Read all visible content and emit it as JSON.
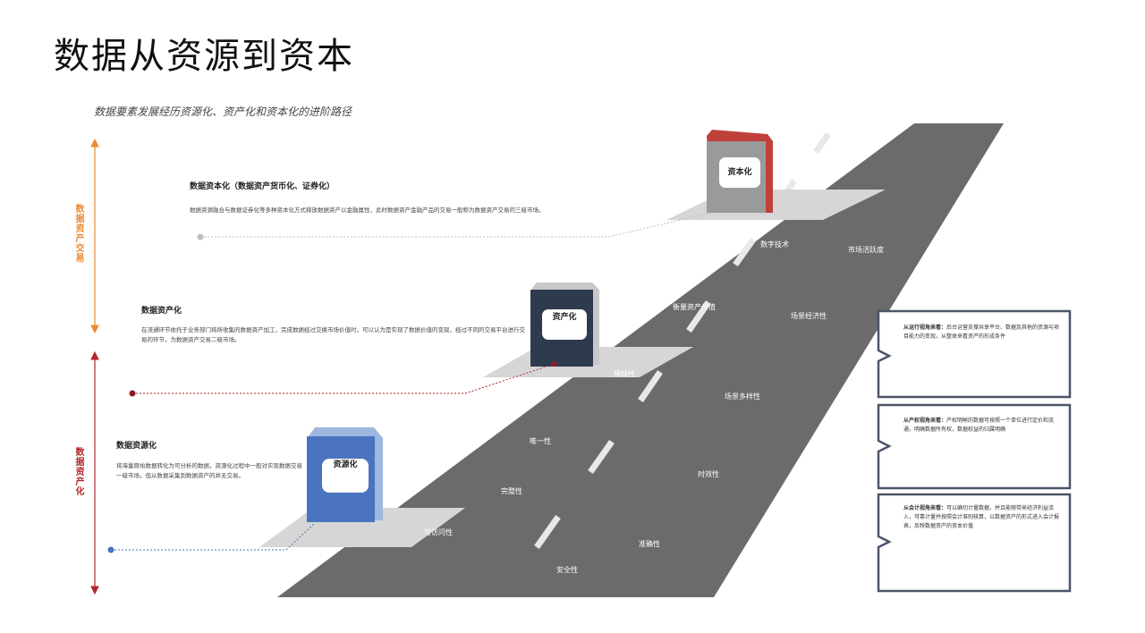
{
  "title": "数据从资源到资本",
  "subtitle": "数据要素发展经历资源化、资产化和资本化的进阶路径",
  "axis": {
    "top_label": "数据资产交易",
    "bottom_label": "数据资产化",
    "top_color": "#e98a35",
    "bottom_color": "#b3262b"
  },
  "stages": {
    "capital": {
      "title": "数据资本化（数据资产货币化、证券化）",
      "desc": "数据资源融合与数据证券化等多种资本化方式释放数据资产以金融属性，此时数据资产金融产品的交易一般称为数据资产交易的三级市场。",
      "sign": "资本化",
      "color": "#c0403a"
    },
    "asset": {
      "title": "数据资产化",
      "desc": "在流通环节依托于业务部门将所收集的数据资产加工，完成数据经过交换市场价值时，可以认为是实现了数据价值的变现，经过不同的交易平台进行交易的环节，为数据资产交易二级市场。",
      "sign": "资产化",
      "color": "#2e3b4e"
    },
    "resource": {
      "title": "数据资源化",
      "desc": "将海量原始数据转化为可分析的数据，资源化过程中一般对实现数据交易一级市场，但从数据采集到数据资产的并无交易。",
      "sign": "资源化",
      "color": "#4a74c0"
    }
  },
  "road_labels": [
    "数字技术",
    "市场活跃度",
    "衡量资产价值",
    "场景经济性",
    "稀缺性",
    "场景多样性",
    "唯一性",
    "完整性",
    "时效性",
    "可访问性",
    "准确性",
    "安全性"
  ],
  "notes": [
    {
      "head": "从运行视角来看：",
      "body": "后台运营支撑共享平台、数据及其他的资源与项目能力的变现，从整体来看资产的形成条件"
    },
    {
      "head": "从产权视角来看：",
      "body": "产权明晰的数据可按照一个单位进行定价和流通，明确数据所有权，数据权益的归属明确"
    },
    {
      "head": "从会计视角来看：",
      "body": "可以确切计量数据，并且能够带来经济利益流入，可靠计量并按照会计准则核算，以数据资产的形式进入会计报表，反映数据资产的资本价值"
    }
  ]
}
